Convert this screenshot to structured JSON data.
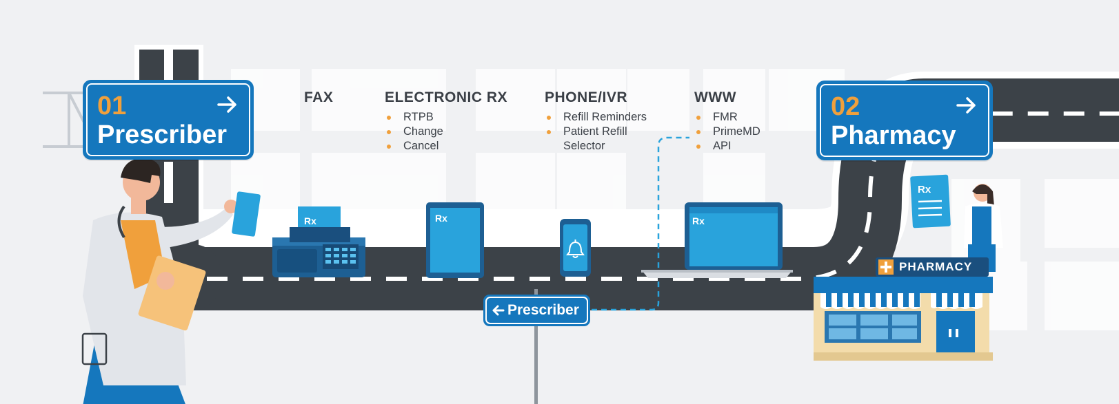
{
  "signs": {
    "prescriber": {
      "number": "01",
      "title": "Prescriber"
    },
    "pharmacy": {
      "number": "02",
      "title": "Pharmacy"
    },
    "small": {
      "label": "Prescriber"
    }
  },
  "channels": [
    {
      "heading": "FAX",
      "items": []
    },
    {
      "heading": "ELECTRONIC RX",
      "items": [
        "RTPB",
        "Change",
        "Cancel"
      ]
    },
    {
      "heading": "PHONE/IVR",
      "items": [
        "Refill Reminders",
        "Patient Refill Selector"
      ]
    },
    {
      "heading": "WWW",
      "items": [
        "FMR",
        "PrimeMD",
        "API"
      ]
    }
  ],
  "devices": {
    "fax_label": "Rx",
    "tablet_label": "Rx",
    "laptop_label": "Rx",
    "pharmacist_doc_label": "Rx"
  },
  "pharmacy_store": {
    "banner": "PHARMACY"
  },
  "colors": {
    "sign_blue": "#1577bd",
    "accent_orange": "#f0a03c",
    "road": "#3c4248",
    "device_blue": "#29a3dc",
    "background": "#f0f1f3"
  },
  "icons": [
    "arrow-right-icon",
    "arrow-left-icon",
    "bell-icon",
    "pharmacy-cross-icon"
  ]
}
